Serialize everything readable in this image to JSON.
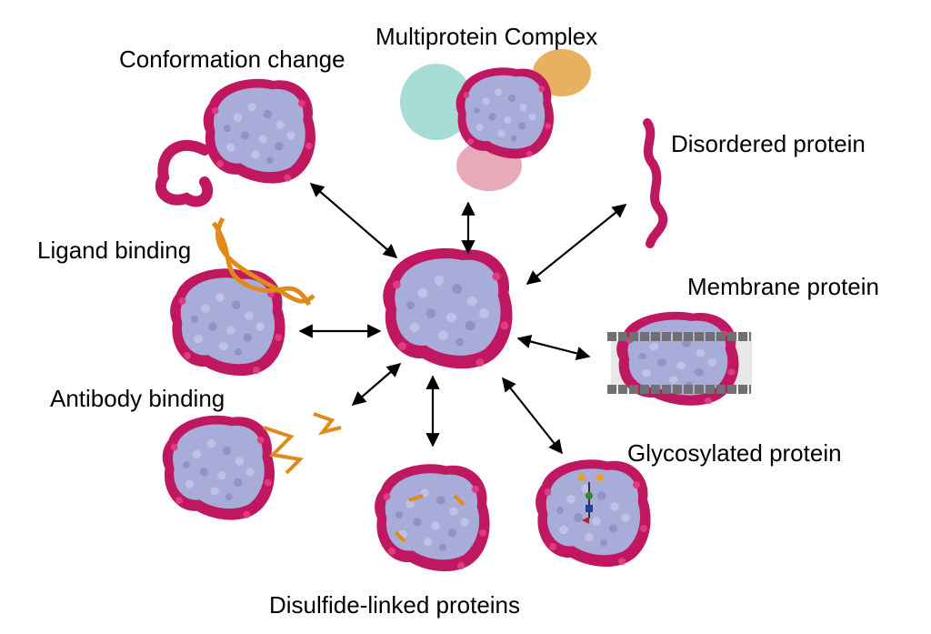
{
  "labels": {
    "conformation": "Conformation change",
    "multiprotein": "Multiprotein Complex",
    "disordered": "Disordered protein",
    "ligand": "Ligand binding",
    "membrane": "Membrane protein",
    "antibody": "Antibody binding",
    "glycosylated": "Glycosylated protein",
    "disulfide": "Disulfide-linked proteins"
  },
  "colors": {
    "core": "#a8acd8",
    "core_dark": "#7d80b8",
    "rim": "#c01860",
    "rim_dark": "#8a0e44",
    "complex_cyan": "#a8ddd6",
    "complex_orange": "#e8b060",
    "complex_pink": "#e8aab8",
    "dna": "#e08a1a",
    "membrane": "#707070",
    "arrow": "#000000"
  }
}
